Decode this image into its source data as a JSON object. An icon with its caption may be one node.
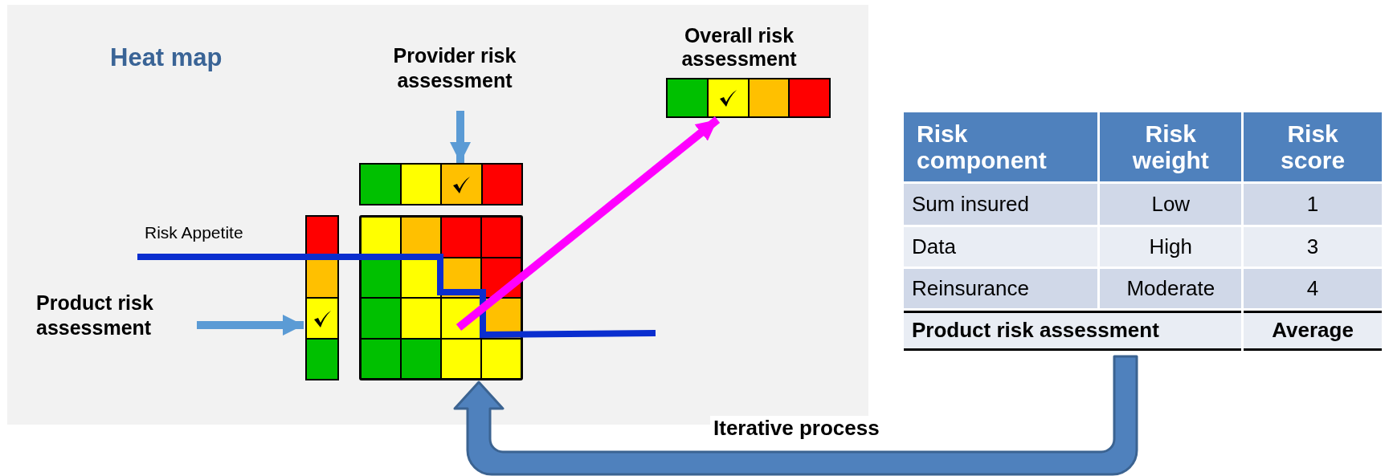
{
  "diagram": {
    "nodes": [
      {
        "text": [
          "Heat map"
        ]
      },
      {
        "text": [
          "Provider risk assessment"
        ],
        "in": 0
      },
      {
        "text": [
          "Overall risk assessment"
        ],
        "in": 0
      },
      {
        "text": [],
        "shape": "bar",
        "in": 0
      },
      {
        "text": [],
        "shape": "bar",
        "in": 0
      },
      {
        "text": [
          "Product risk assessment"
        ],
        "in": 0
      },
      {
        "text": [],
        "shape": "bar",
        "in": 0
      },
      {
        "text": [],
        "shape": "box",
        "in": 0
      },
      {
        "text": [
          "Risk component",
          "Risk weight",
          "Risk score",
          "Sum insured",
          "Low",
          "1",
          "Data",
          "High",
          "3",
          "Reinsurance",
          "Moderate",
          "4",
          "Product risk assessment",
          "Average"
        ]
      }
    ],
    "edges": [
      {
        "from": 1,
        "to": 4,
        "arrow": "to"
      },
      {
        "from": 5,
        "to": 6,
        "arrow": "to"
      },
      {
        "from": 7,
        "to": 3,
        "arrow": "to",
        "color": "#ff00ff"
      },
      {
        "from": 8,
        "to": 7,
        "arrow": "to",
        "label": "Iterative process",
        "style": "thick",
        "color": "#4f81bd"
      }
    ],
    "labels": [
      "Risk Appetite"
    ]
  }
}
